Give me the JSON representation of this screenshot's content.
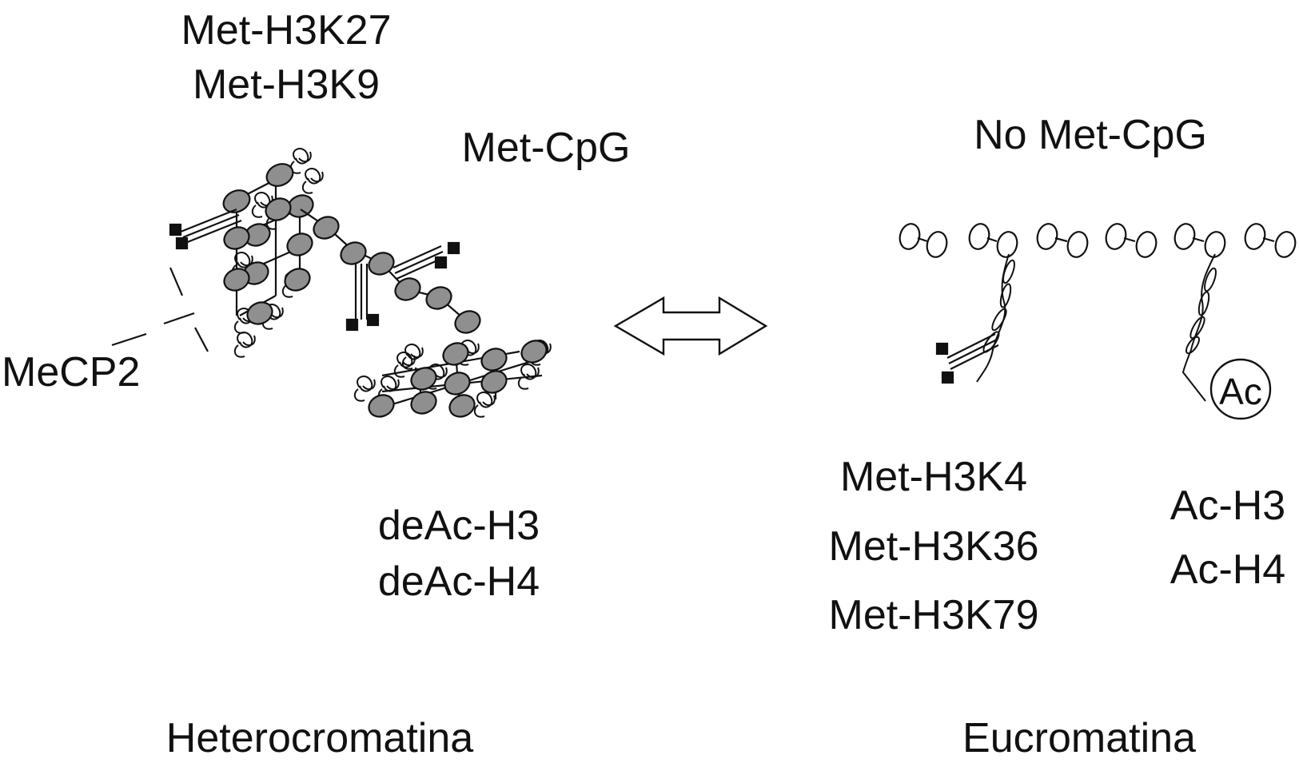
{
  "heterochromatin": {
    "title": "Heterocromatina",
    "marks_top": [
      "Met-H3K27",
      "Met-H3K9"
    ],
    "met_cpg": "Met-CpG",
    "protein": "MeCP2",
    "marks_bottom": [
      "deAc-H3",
      "deAc-H4"
    ]
  },
  "euchromatin": {
    "title": "Eucromatina",
    "met_cpg": "No Met-CpG",
    "methyl_marks": [
      "Met-H3K4",
      "Met-H3K36",
      "Met-H3K79"
    ],
    "acetyl_marks": [
      "Ac-H3",
      "Ac-H4"
    ],
    "acetyl_tag": "Ac"
  },
  "colors": {
    "nucleosome_fill": "#8f8f8f",
    "stroke": "#111111",
    "background": "#ffffff"
  }
}
